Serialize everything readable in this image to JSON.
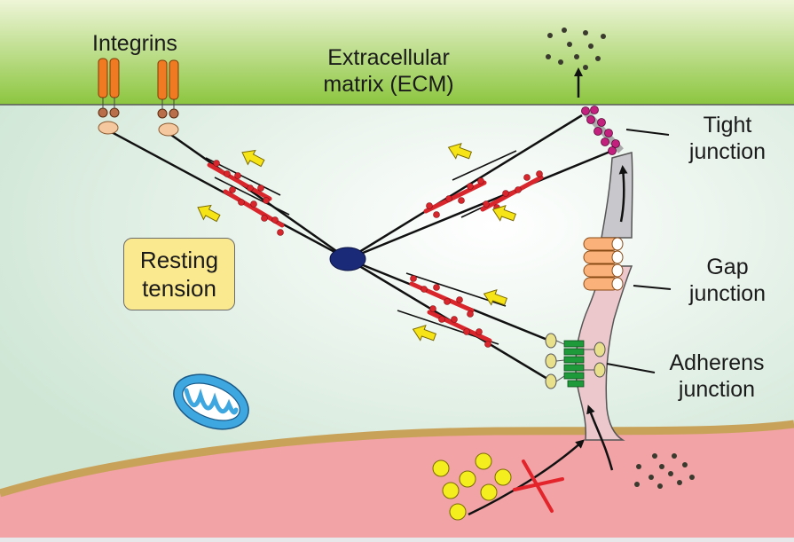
{
  "labels": {
    "integrins": "Integrins",
    "ecm_line1": "Extracellular",
    "ecm_line2": "matrix (ECM)",
    "tight_line1": "Tight",
    "tight_line2": "junction",
    "gap_line1": "Gap",
    "gap_line2": "junction",
    "adherens_line1": "Adherens",
    "adherens_line2": "junction",
    "resting_line1": "Resting",
    "resting_line2": "tension"
  },
  "colors": {
    "ecm_green": "#8cc63f",
    "cytoplasm": "#dfeee3",
    "nucleus_pink": "#f2a3a6",
    "membrane_tan": "#c9a25a",
    "integrin_orange": "#f07a22",
    "actin_red": "#d9262c",
    "myosin_arrow": "#f6e416",
    "node_navy": "#1b2a78",
    "gap_orange": "#fbb27a",
    "cadherin_green": "#1f9a3a",
    "mito_blue": "#3fa7e0",
    "tight_magenta": "#c2217d",
    "particle_yellow": "#f4ee1f",
    "particle_dark": "#3a3a2e",
    "block_x_red": "#e3242b"
  },
  "icons": {
    "mitochondrion": "mitochondrion-icon",
    "blocked_transport": "red-x-block-icon"
  }
}
